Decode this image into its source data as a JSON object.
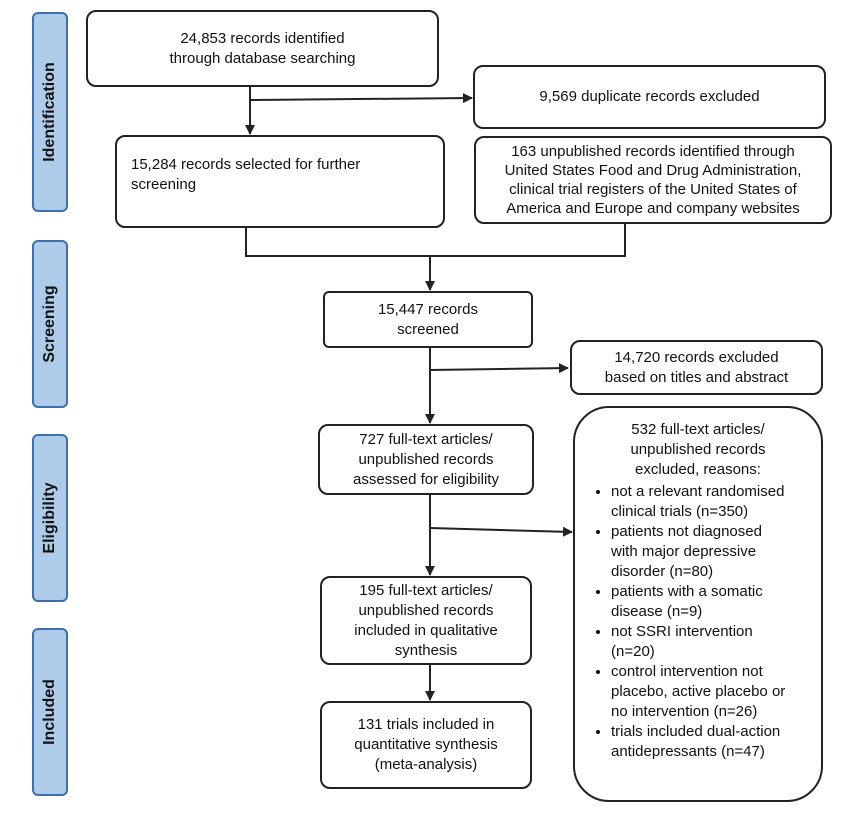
{
  "phases": {
    "identification": "Identification",
    "screening": "Screening",
    "eligibility": "Eligibility",
    "included": "Included"
  },
  "boxes": {
    "identified": "24,853 records identified\nthrough database searching",
    "duplicates": "9,569 duplicate records excluded",
    "selected": "15,284 records selected for  further\nscreening",
    "unpublished": "163 unpublished records identified through\nUnited States Food and Drug Administration,\nclinical trial registers of the United States of\nAmerica and Europe and company websites",
    "screened": "15,447 records\nscreened",
    "excluded_titles": "14,720 records excluded\nbased on titles and abstract",
    "assessed": "727 full-text articles/\nunpublished records\nassessed for eligibility",
    "qualitative": "195 full-text articles/\nunpublished records\nincluded in qualitative\nsynthesis",
    "quantitative": "131 trials included in\nquantitative synthesis\n(meta-analysis)"
  },
  "exclusion": {
    "header": "532 full-text articles/\nunpublished records\nexcluded, reasons:",
    "reasons": [
      "not a relevant randomised\nclinical trials (n=350)",
      "patients not diagnosed\nwith major depressive\ndisorder (n=80)",
      "patients with a somatic\ndisease (n=9)",
      "not SSRI intervention\n(n=20)",
      "control intervention not\nplacebo, active placebo or\nno intervention (n=26)",
      "trials included dual-action\nantidepressants (n=47)"
    ]
  },
  "colors": {
    "phase_fill": "#aecbea",
    "phase_border": "#3d6fa8",
    "box_border": "#222222",
    "arrow": "#222222"
  }
}
